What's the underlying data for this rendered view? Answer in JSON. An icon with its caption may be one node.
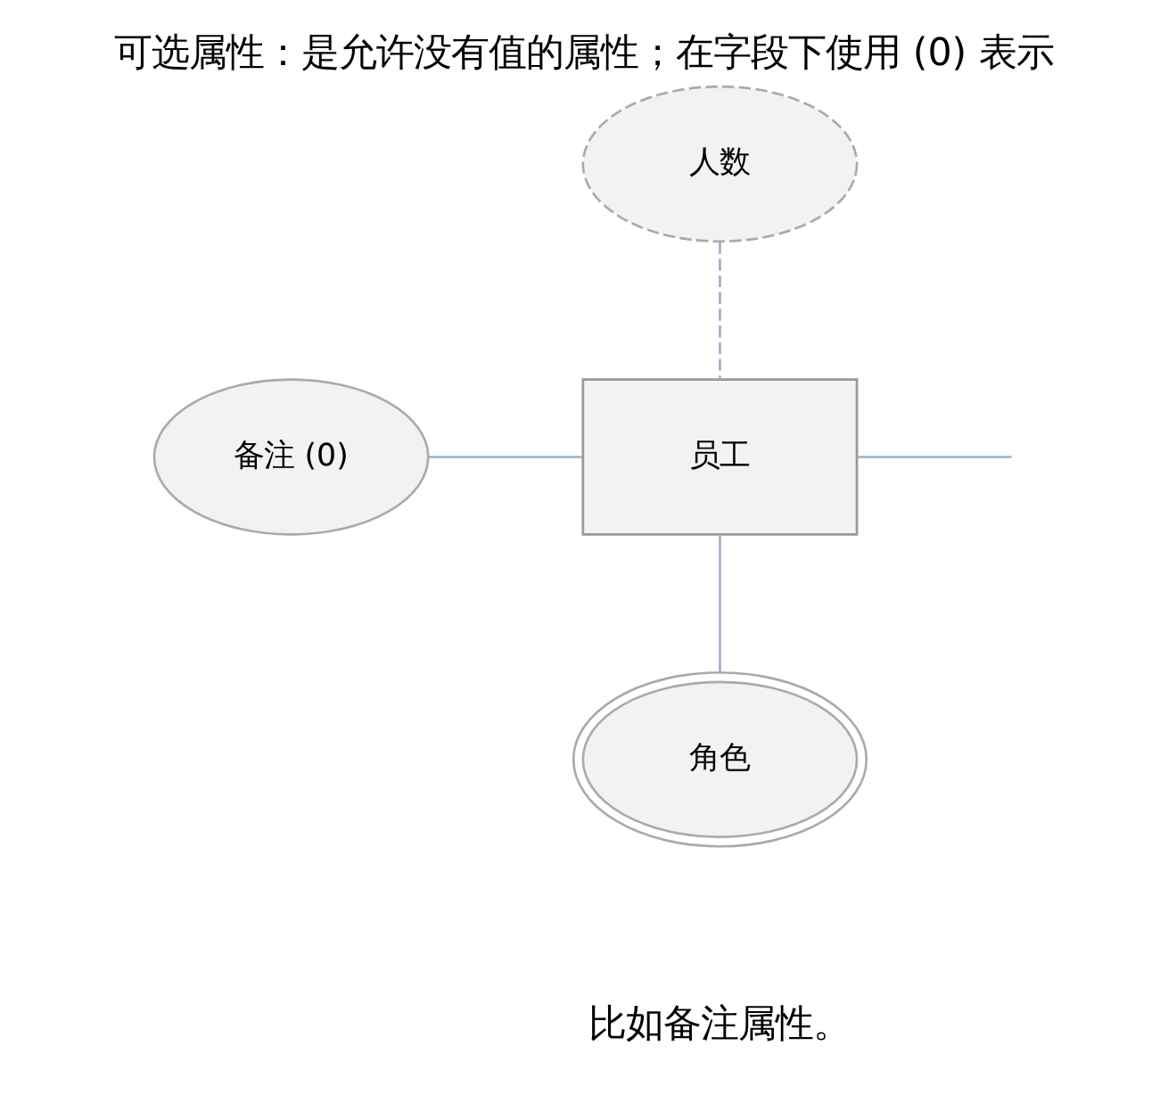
{
  "diagram": {
    "title": "可选属性：是允许没有值的属性；在字段下使用 (0) 表示",
    "caption": "比如备注属性。",
    "nodes": [
      {
        "text": [
          "人数"
        ]
      },
      {
        "text": [
          "备注 (0)"
        ]
      },
      {
        "text": [
          "员工"
        ]
      },
      {
        "text": [
          "角色"
        ]
      }
    ],
    "edges": [
      {
        "from": 0,
        "to": 2,
        "arrow": "none",
        "style": "dashed"
      },
      {
        "from": 1,
        "to": 2,
        "arrow": "none"
      },
      {
        "from": 2,
        "to": 3,
        "arrow": "none"
      },
      {
        "from": 2,
        "to": null,
        "arrow": "none"
      }
    ]
  }
}
